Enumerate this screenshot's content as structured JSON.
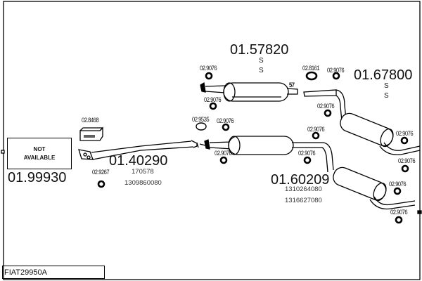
{
  "diagram": {
    "code": "FIAT29950A",
    "not_available": {
      "line1": "NOT",
      "line2": "AVAILABLE"
    },
    "parts": {
      "front_part": "01.99930",
      "front_pipe": "01.40290",
      "front_pipe_refs": [
        "170578",
        "1309860080"
      ],
      "middle_upper": "01.57820",
      "middle_upper_marks": [
        "S",
        "S"
      ],
      "rear_upper": "01.67800",
      "rear_upper_marks": [
        "S",
        "S"
      ],
      "rear_lower": "01.60209",
      "rear_lower_refs": [
        "1310264080",
        "1316627080"
      ]
    },
    "pipe_marker": "57",
    "accessories": {
      "a1": "02.9076",
      "a2": "02.9076",
      "a3": "02.8161",
      "a4": "02.9076",
      "a5": "02.9076",
      "a6": "02.9535",
      "a7": "02.9076",
      "a8": "02.9076",
      "a9": "02.9076",
      "a10": "02.9076",
      "a11": "02.9076",
      "a12": "02.9076",
      "a13": "02.9076",
      "a14": "02.9076",
      "a15": "02.8468",
      "a16": "02.9267"
    }
  }
}
